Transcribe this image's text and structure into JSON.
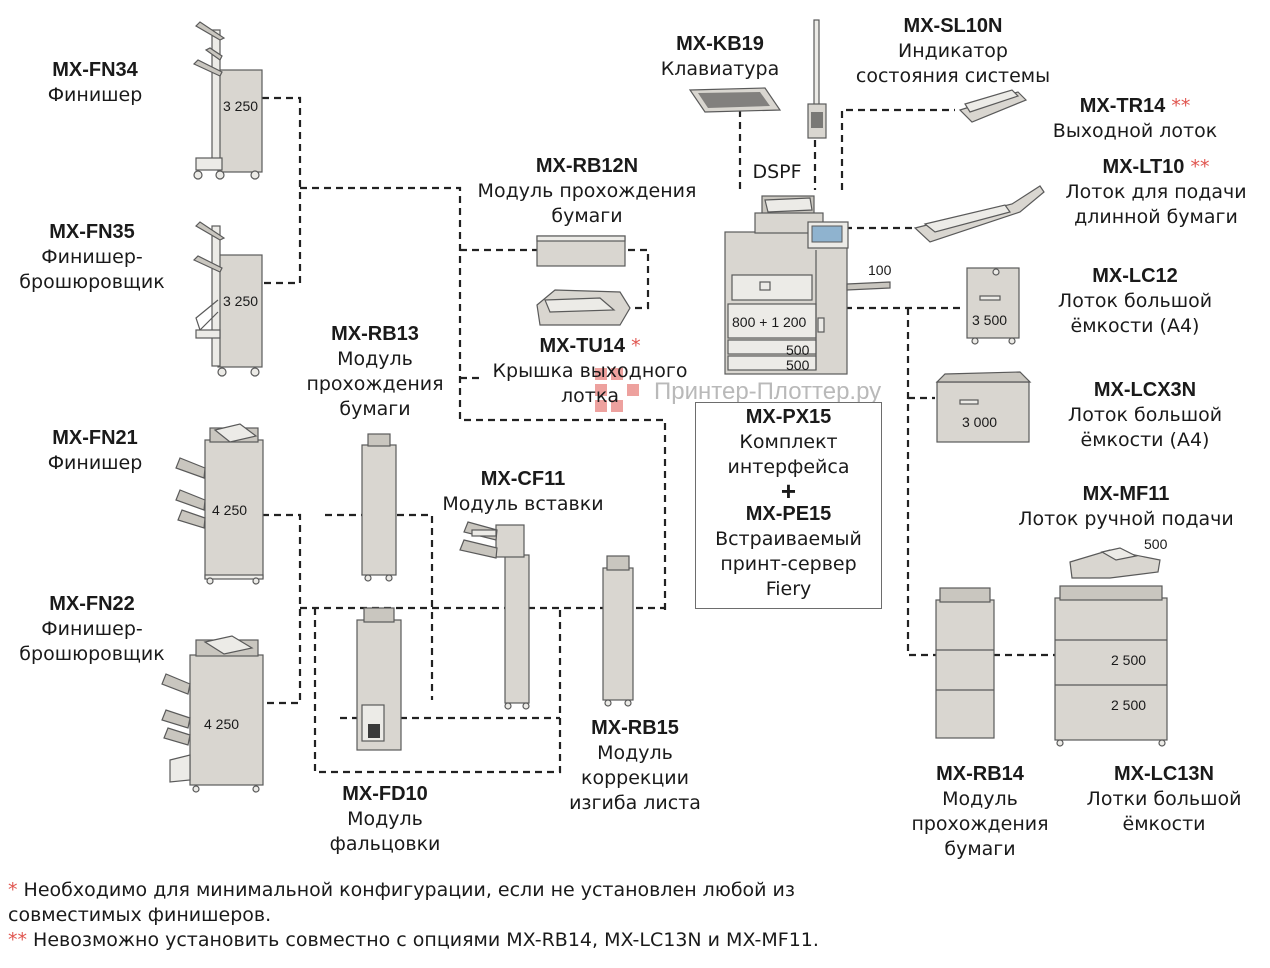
{
  "units": {
    "fn34": {
      "code": "MX-FN34",
      "lines": [
        "Финишер"
      ],
      "capacity": "3 250"
    },
    "fn35": {
      "code": "MX-FN35",
      "lines": [
        "Финишер-",
        "брошюровщик"
      ],
      "capacity": "3 250"
    },
    "fn21": {
      "code": "MX-FN21",
      "lines": [
        "Финишер"
      ],
      "capacity": "4 250"
    },
    "fn22": {
      "code": "MX-FN22",
      "lines": [
        "Финишер-",
        "брошюровщик"
      ],
      "capacity": "4 250"
    },
    "rb13": {
      "code": "MX-RB13",
      "lines": [
        "Модуль",
        "прохождения",
        "бумаги"
      ]
    },
    "fd10": {
      "code": "MX-FD10",
      "lines": [
        "Модуль",
        "фальцовки"
      ]
    },
    "cf11": {
      "code": "MX-CF11",
      "lines": [
        "Модуль вставки"
      ]
    },
    "rb15": {
      "code": "MX-RB15",
      "lines": [
        "Модуль",
        "коррекции",
        "изгиба листа"
      ]
    },
    "rb12n": {
      "code": "MX-RB12N",
      "lines": [
        "Модуль прохождения",
        "бумаги"
      ]
    },
    "tu14": {
      "code": "MX-TU14",
      "mark": "*",
      "lines": [
        "Крышка выходного",
        "лотка"
      ]
    },
    "kb19": {
      "code": "MX-KB19",
      "lines": [
        "Клавиатура"
      ]
    },
    "sl10n": {
      "code": "MX-SL10N",
      "lines": [
        "Индикатор",
        "состояния системы"
      ]
    },
    "tr14": {
      "code": "MX-TR14",
      "mark": "**",
      "lines": [
        "Выходной лоток"
      ]
    },
    "lt10": {
      "code": "MX-LT10",
      "mark": "**",
      "lines": [
        "Лоток для подачи",
        "длинной бумаги"
      ]
    },
    "lc12": {
      "code": "MX-LC12",
      "lines": [
        "Лоток большой",
        "ёмкости (A4)"
      ],
      "capacity": "3 500"
    },
    "lcx3n": {
      "code": "MX-LCX3N",
      "lines": [
        "Лоток большой",
        "ёмкости (A4)"
      ],
      "capacity": "3 000"
    },
    "mf11": {
      "code": "MX-MF11",
      "lines": [
        "Лоток ручной подачи"
      ],
      "capacity": "500"
    },
    "rb14": {
      "code": "MX-RB14",
      "lines": [
        "Модуль",
        "прохождения",
        "бумаги"
      ]
    },
    "lc13n": {
      "code": "MX-LC13N",
      "lines": [
        "Лотки большой",
        "ёмкости"
      ],
      "capacity_upper": "2 500",
      "capacity_lower": "2 500"
    }
  },
  "main_unit": {
    "dspf_label": "DSPF",
    "bypass_capacity": "100",
    "tray_capacity": "800 + 1 200",
    "drawer_1": "500",
    "drawer_2": "500"
  },
  "interface_box": {
    "px15_code": "MX-PX15",
    "px15_lines": [
      "Комплект",
      "интерфейса"
    ],
    "plus": "+",
    "pe15_code": "MX-PE15",
    "pe15_lines": [
      "Встраиваемый",
      "принт-сервер",
      "Fiery"
    ]
  },
  "watermark": "Принтер-Плоттер.ру",
  "footnotes": {
    "note1_mark": "*",
    "note1_line1": " Необходимо для минимальной конфигурации, если не установлен любой из",
    "note1_line2": "совместимых финишеров.",
    "note2_mark": "**",
    "note2_line1": " Невозможно установить совместно с опциями MX-RB14, MX-LC13N и MX-MF11."
  },
  "colors": {
    "device_fill": "#d9d6d0",
    "device_stroke": "#5a5a5a",
    "accent_star": "#e0554f",
    "watermark": "#b9b9b9"
  }
}
